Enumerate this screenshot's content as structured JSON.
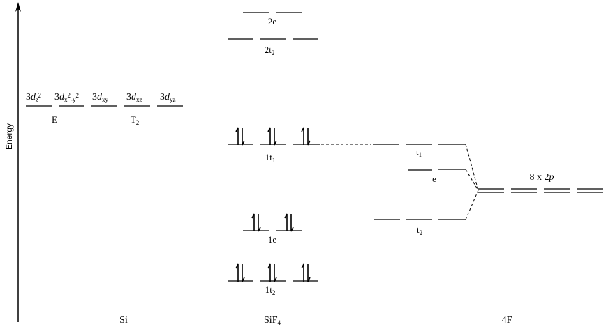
{
  "axis": {
    "label": "Energy"
  },
  "columns": {
    "si": "Si",
    "sif4": "SiF",
    "sif4_sub": "4",
    "f4": "4F"
  },
  "si_orbitals": [
    {
      "num": "3",
      "d": "d",
      "sub": "z",
      "sup": "2"
    },
    {
      "num": "3",
      "d": "d",
      "sub": "x",
      "sup": "2",
      "sub2": "-y",
      "sup2": "2"
    },
    {
      "num": "3",
      "d": "d",
      "sub": "xy"
    },
    {
      "num": "3",
      "d": "d",
      "sub": "xz"
    },
    {
      "num": "3",
      "d": "d",
      "sub": "yz"
    }
  ],
  "si_sym": {
    "e": "E",
    "t2": "T",
    "t2_sub": "2"
  },
  "sif4_levels": {
    "l2e": "2e",
    "l2t2": "2t",
    "l2t2_sub": "2",
    "l1t1": "1t",
    "l1t1_sub": "1",
    "l1e": "1e",
    "l1t2": "1t",
    "l1t2_sub": "2"
  },
  "f_group": {
    "t1": "t",
    "t1_sub": "1",
    "e": "e",
    "t2": "t",
    "t2_sub": "2"
  },
  "f2p": {
    "a": "8 x 2",
    "b": "p"
  }
}
